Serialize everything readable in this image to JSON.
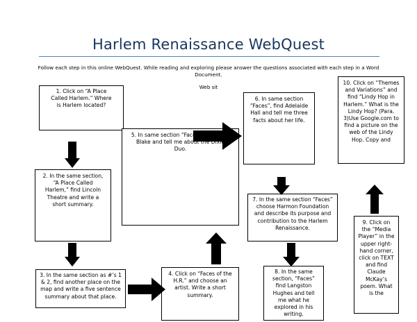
{
  "title": "Harlem Renaissance WebQuest",
  "intro": "Follow each step in this online WebQuest.  While reading and exploring please answer the questions associated with each step in a Word Document.",
  "web_sit": "Web sit",
  "steps": [
    "1.  Click on “A Place Called Harlem.”  Where is Harlem located?",
    "2. In the same section, “A Place Called Harlem,” find Lincoln Theatre and write a short summary.",
    "3. In the same section as #’s 1 & 2, find another place on the map and write a five sentence summary about that place.",
    "4. Click on “Faces of the H.R.” and choose an artist.  Write a short summary.",
    "5. In same section “Faces” find Eubie Blake and tell me about the Dixie Duo.",
    "6. In same section “Faces”, find Adelaide Hall and tell me three facts about her life.",
    "7. In the same section “Faces” choose Harmon Foundation and describe its purpose and contribution to the Harlem Renaissance.",
    "8. In the same section, “Faces” find Langston Hughes and tell me what he explored in his writing.",
    "9. Click on the “Media Player” in the upper right-hand corner, click on TEXT and find Claude McKay’s poem. What is the",
    "10. Click on “Themes and Variations” and find “Lindy Hop in Harlem.”  What is the Lindy Hop? (Para. 3)Use Google.com to find a picture on the web of the Lindy Hop. Copy and"
  ]
}
